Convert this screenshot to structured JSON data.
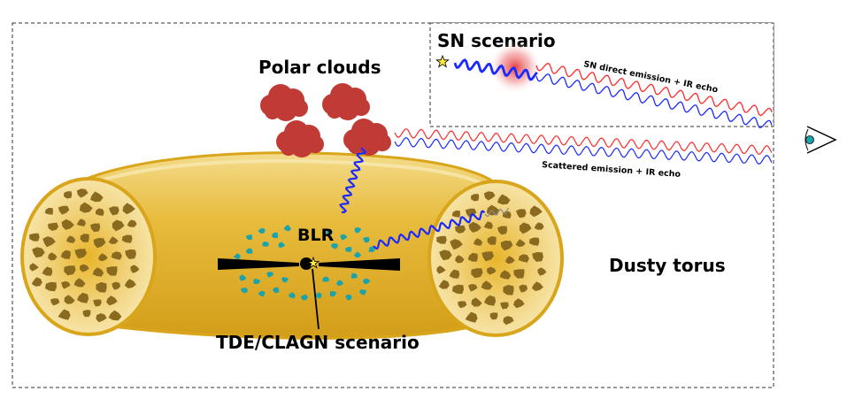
{
  "labels": {
    "sn_scenario": "SN scenario",
    "polar_clouds": "Polar clouds",
    "sn_direct": "SN direct emission + IR echo",
    "scattered": "Scattered emission + IR echo",
    "blr": "BLR",
    "dusty_torus": "Dusty torus",
    "tde_clagn": "TDE/CLAGN scenario"
  },
  "colors": {
    "torus_fill": "#e7bd3d",
    "torus_edge": "#d9a51a",
    "dust_grain": "#8a6a1f",
    "blr_cloud": "#1aa3ad",
    "polar_cloud": "#c03a36",
    "wave_red": "#ff2a2a",
    "wave_blue": "#1a2aff",
    "sn_glow": "#e02020"
  },
  "icons": {
    "observer": "eye-icon",
    "source": "star-icon"
  }
}
